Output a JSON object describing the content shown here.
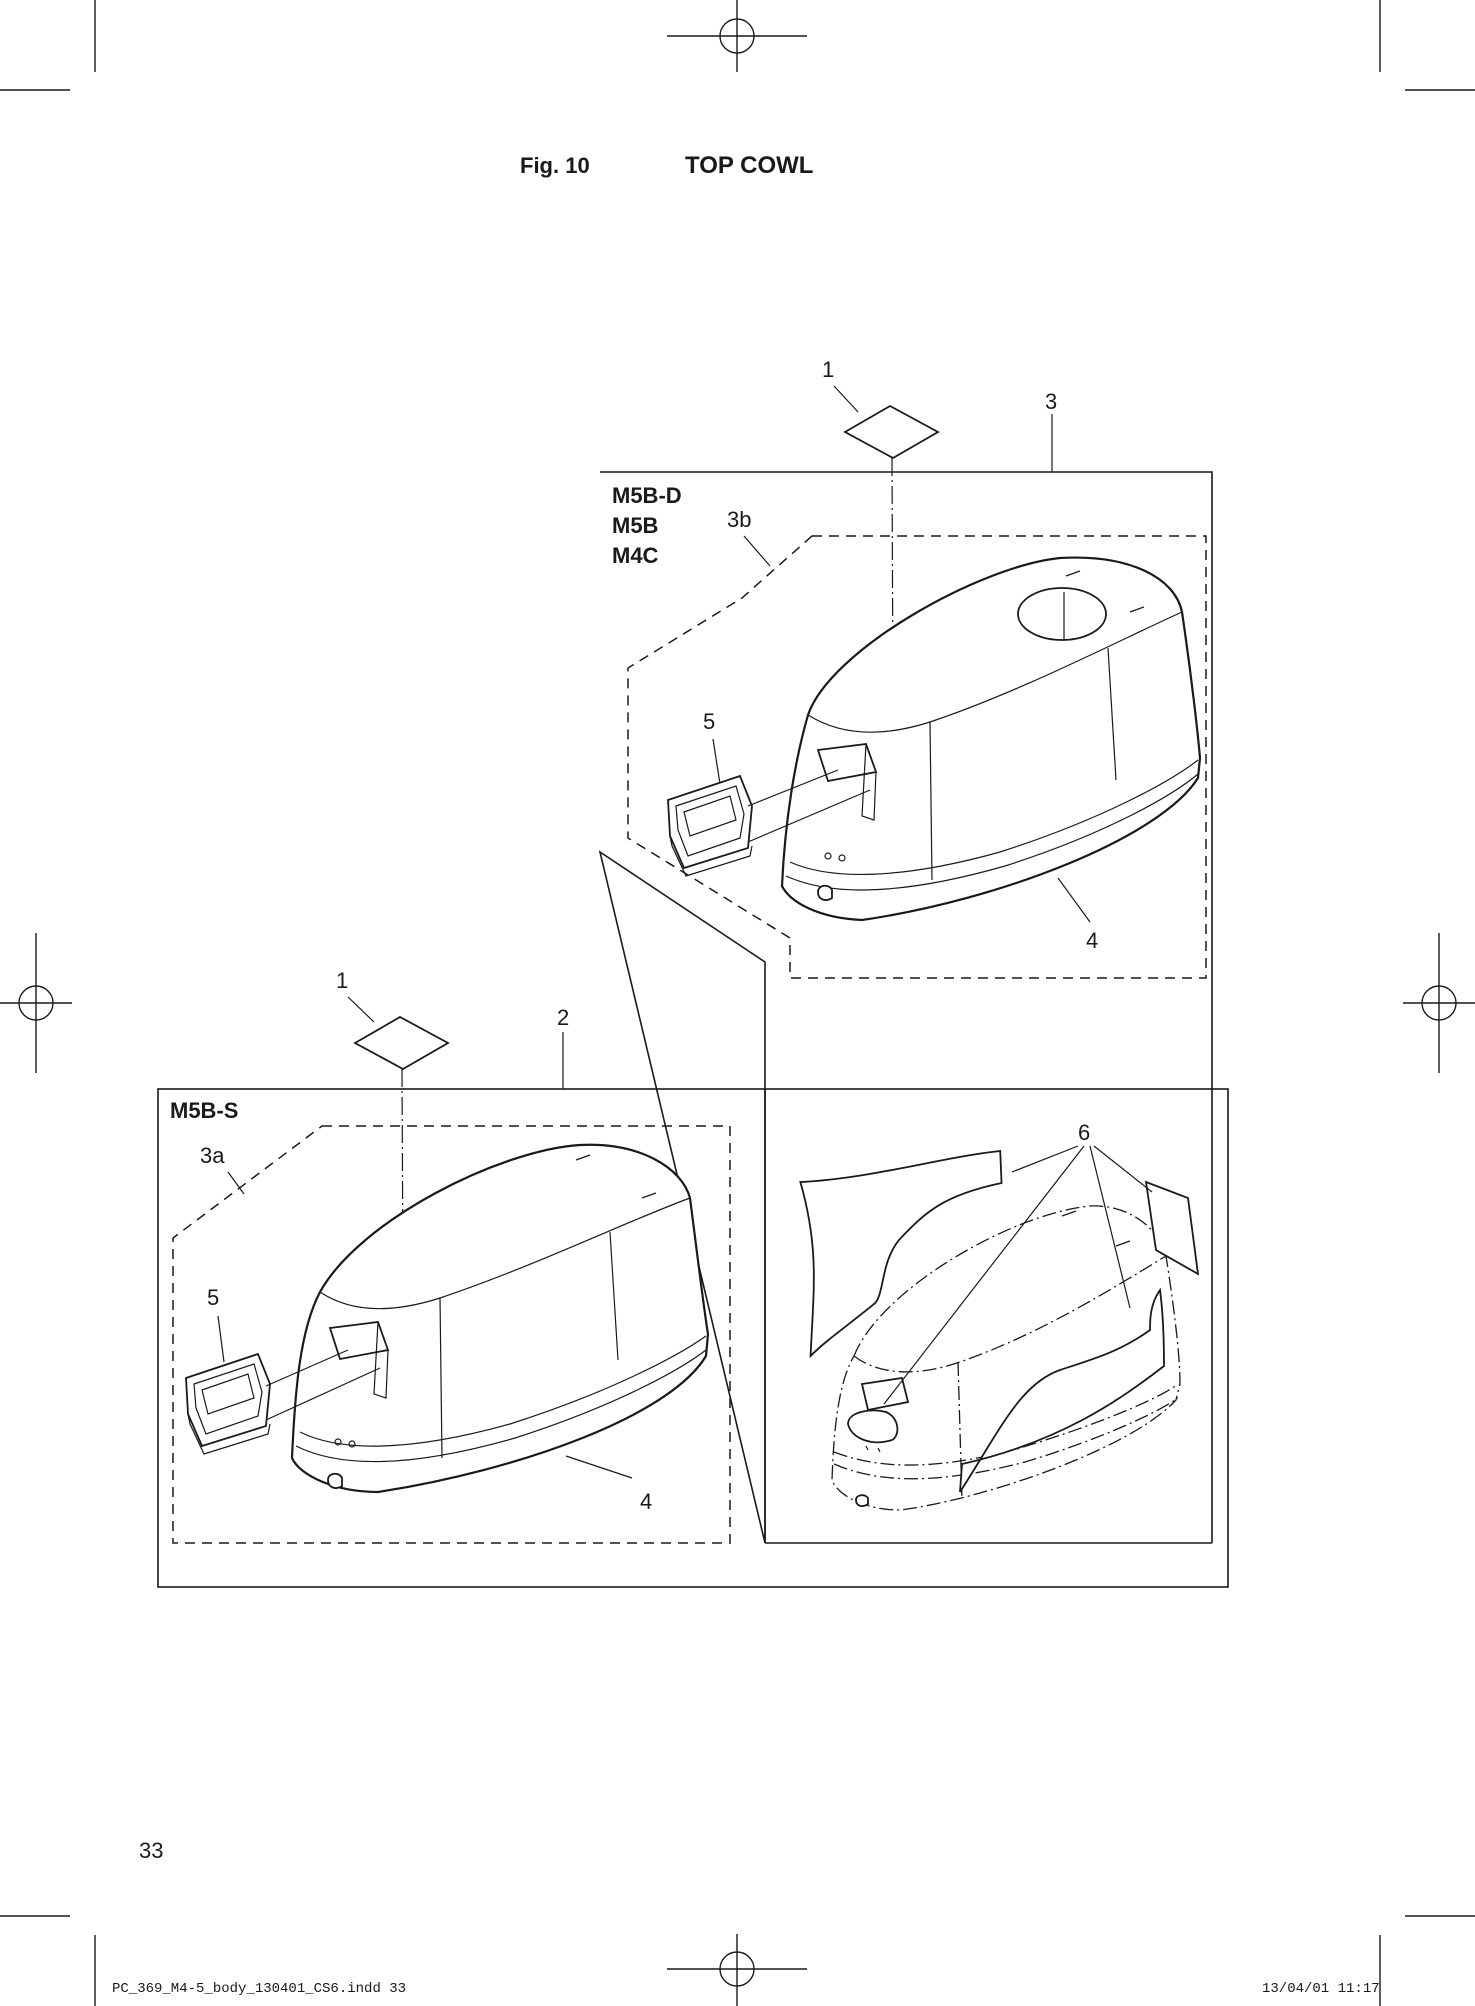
{
  "header": {
    "fig_label": "Fig. 10",
    "title": "TOP COWL"
  },
  "diagram": {
    "upper_box": {
      "models": [
        "M5B-D",
        "M5B",
        "M4C"
      ],
      "callouts": {
        "label": "1",
        "set": "3",
        "sub_set": "3b",
        "grille": "5",
        "lower": "4"
      }
    },
    "lower_box": {
      "models": [
        "M5B-S"
      ],
      "callouts": {
        "label": "1",
        "set": "2",
        "sub_set": "3a",
        "grille": "5",
        "lower": "4"
      }
    },
    "decal_panel": {
      "callouts": {
        "decals": "6"
      }
    }
  },
  "footer": {
    "page_number": "33",
    "file_name": "PC_369_M4-5_body_130401_CS6.indd   33",
    "timestamp": "13/04/01   11:17"
  }
}
